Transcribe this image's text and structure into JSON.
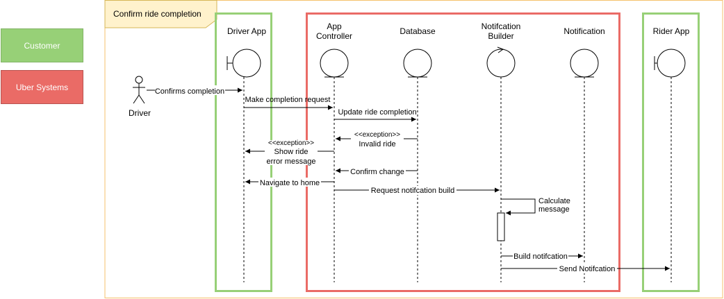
{
  "frame": {
    "title": "Confirm ride completion"
  },
  "legend": {
    "customer": {
      "label": "Customer",
      "color": "#97d077"
    },
    "uber": {
      "label": "Uber Systems",
      "color": "#ea6b66"
    }
  },
  "groups": {
    "customer_color": "#97d077",
    "uber_color": "#ea6b66",
    "frame_color": "#f5c26b"
  },
  "actor": {
    "label": "Driver",
    "icon": "stick-figure-icon"
  },
  "participants": [
    {
      "id": "driver_app",
      "label_lines": [
        "Driver App"
      ],
      "icon": "boundary-icon"
    },
    {
      "id": "app_controller",
      "label_lines": [
        "App",
        "Controller"
      ],
      "icon": "control-icon"
    },
    {
      "id": "database",
      "label_lines": [
        "Database"
      ],
      "icon": "entity-icon"
    },
    {
      "id": "notification_builder",
      "label_lines": [
        "Notifcation",
        "Builder"
      ],
      "icon": "control-loop-icon"
    },
    {
      "id": "notification",
      "label_lines": [
        "Notification"
      ],
      "icon": "entity-icon"
    },
    {
      "id": "rider_app",
      "label_lines": [
        "Rider App"
      ],
      "icon": "boundary-icon"
    }
  ],
  "messages": [
    {
      "id": "m1",
      "from": "driver",
      "to": "driver_app",
      "lines": [
        "Confirms completion"
      ]
    },
    {
      "id": "m2",
      "from": "driver_app",
      "to": "app_controller",
      "lines": [
        "Make completion request"
      ]
    },
    {
      "id": "m3",
      "from": "app_controller",
      "to": "database",
      "lines": [
        "Update ride completion"
      ]
    },
    {
      "id": "m4",
      "from": "database",
      "to": "app_controller",
      "lines": [
        "<<exception>>",
        "Invalid ride"
      ]
    },
    {
      "id": "m5",
      "from": "app_controller",
      "to": "driver_app",
      "lines": [
        "<<exception>>",
        "Show ride",
        "error message"
      ]
    },
    {
      "id": "m6",
      "from": "database",
      "to": "app_controller",
      "lines": [
        "Confirm change"
      ]
    },
    {
      "id": "m7",
      "from": "app_controller",
      "to": "driver_app",
      "lines": [
        "Navigate to home"
      ]
    },
    {
      "id": "m8",
      "from": "app_controller",
      "to": "notification_builder",
      "lines": [
        "Request notifcation build"
      ]
    },
    {
      "id": "m9",
      "from": "notification_builder",
      "to": "notification_builder",
      "lines": [
        "Calculate",
        "message"
      ]
    },
    {
      "id": "m10",
      "from": "notification_builder",
      "to": "notification",
      "lines": [
        "Build notifcation"
      ]
    },
    {
      "id": "m11",
      "from": "notification_builder",
      "to": "rider_app",
      "lines": [
        "Send Notifcation"
      ]
    }
  ]
}
